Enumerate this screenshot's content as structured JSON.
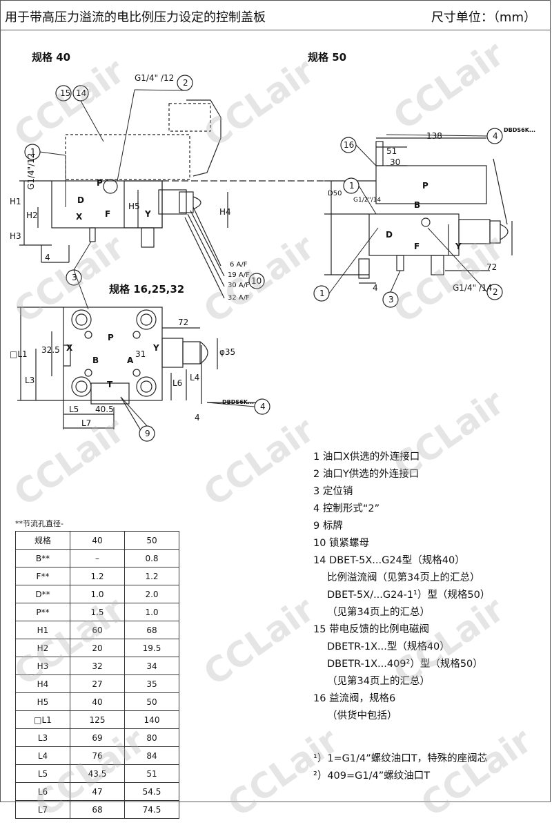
{
  "header": {
    "title": "用于带高压力溢流的电比例压力设定的控制盖板",
    "unit": "尺寸单位：（mm）"
  },
  "drawing": {
    "size40_label": "规格 40",
    "size50_label": "规格 50",
    "size162532_label": "规格 16,25,32",
    "dims_40": {
      "g14_12": "G1/4\" /12",
      "h1": "H1",
      "h2": "H2",
      "h3": "H3",
      "h4": "H4",
      "h5": "H5",
      "d4": "4",
      "g14_12v": "G1/4\"/12"
    },
    "dims_50": {
      "d138": "138",
      "d51": "51",
      "d30": "30",
      "d72": "72",
      "d4": "4",
      "g14_14": "G1/4\" /14",
      "d50": "D50",
      "g12_14": "G1/2\"/14",
      "dbds": "DBDS6K..."
    },
    "dims_plate": {
      "d72": "72",
      "d325": "32.5",
      "d31": "31",
      "d405": "40.5",
      "d35": "φ35",
      "l1": "□L1",
      "l3": "L3",
      "l4": "L4",
      "l5": "L5",
      "l6": "L6",
      "l7": "L7",
      "d4": "4",
      "dbds": "DBDS6K..."
    },
    "af": [
      "6 A/F",
      "19 A/F",
      "30 A/F",
      "32 A/F"
    ],
    "ports": {
      "p": "P",
      "d": "D",
      "x": "X",
      "f": "F",
      "y": "Y",
      "b": "B",
      "a": "A",
      "t": "T"
    },
    "callouts": [
      "1",
      "2",
      "3",
      "4",
      "9",
      "10",
      "14",
      "15",
      "16"
    ]
  },
  "table": {
    "caption": "**节流孔直径-",
    "header": [
      "规格",
      "40",
      "50"
    ],
    "rows": [
      [
        "B**",
        "–",
        "0.8"
      ],
      [
        "F**",
        "1.2",
        "1.2"
      ],
      [
        "D**",
        "1.0",
        "2.0"
      ],
      [
        "P**",
        "1.5",
        "1.0"
      ],
      [
        "H1",
        "60",
        "68"
      ],
      [
        "H2",
        "20",
        "19.5"
      ],
      [
        "H3",
        "32",
        "34"
      ],
      [
        "H4",
        "27",
        "35"
      ],
      [
        "H5",
        "40",
        "50"
      ],
      [
        "□L1",
        "125",
        "140"
      ],
      [
        "L3",
        "69",
        "80"
      ],
      [
        "L4",
        "76",
        "84"
      ],
      [
        "L5",
        "43.5",
        "51"
      ],
      [
        "L6",
        "47",
        "54.5"
      ],
      [
        "L7",
        "68",
        "74.5"
      ]
    ]
  },
  "legend": [
    "1 油口X供选的外连接口",
    "2 油口Y供选的外连接口",
    "3 定位销",
    "4 控制形式“2”",
    "9 标牌",
    "10 锁紧螺母",
    "14 DBET-5X...G24型（规格40）",
    "比例溢流阀（见第34页上的汇总）",
    "DBET-5X/...G24-1¹）型（规格50）",
    "（见第34页上的汇总）",
    "15 带电反馈的比例电磁阀",
    "DBETR-1X...型（规格40）",
    "DBETR-1X...409²）型（规格50）",
    "（见第34页上的汇总）",
    "16 益流阀，规格6",
    "（供货中包括）"
  ],
  "footnotes": [
    "¹）1=G1/4”螺纹油口T，特殊的座阀芯",
    "²）409=G1/4”螺纹油口T"
  ],
  "watermark": "CCLair"
}
